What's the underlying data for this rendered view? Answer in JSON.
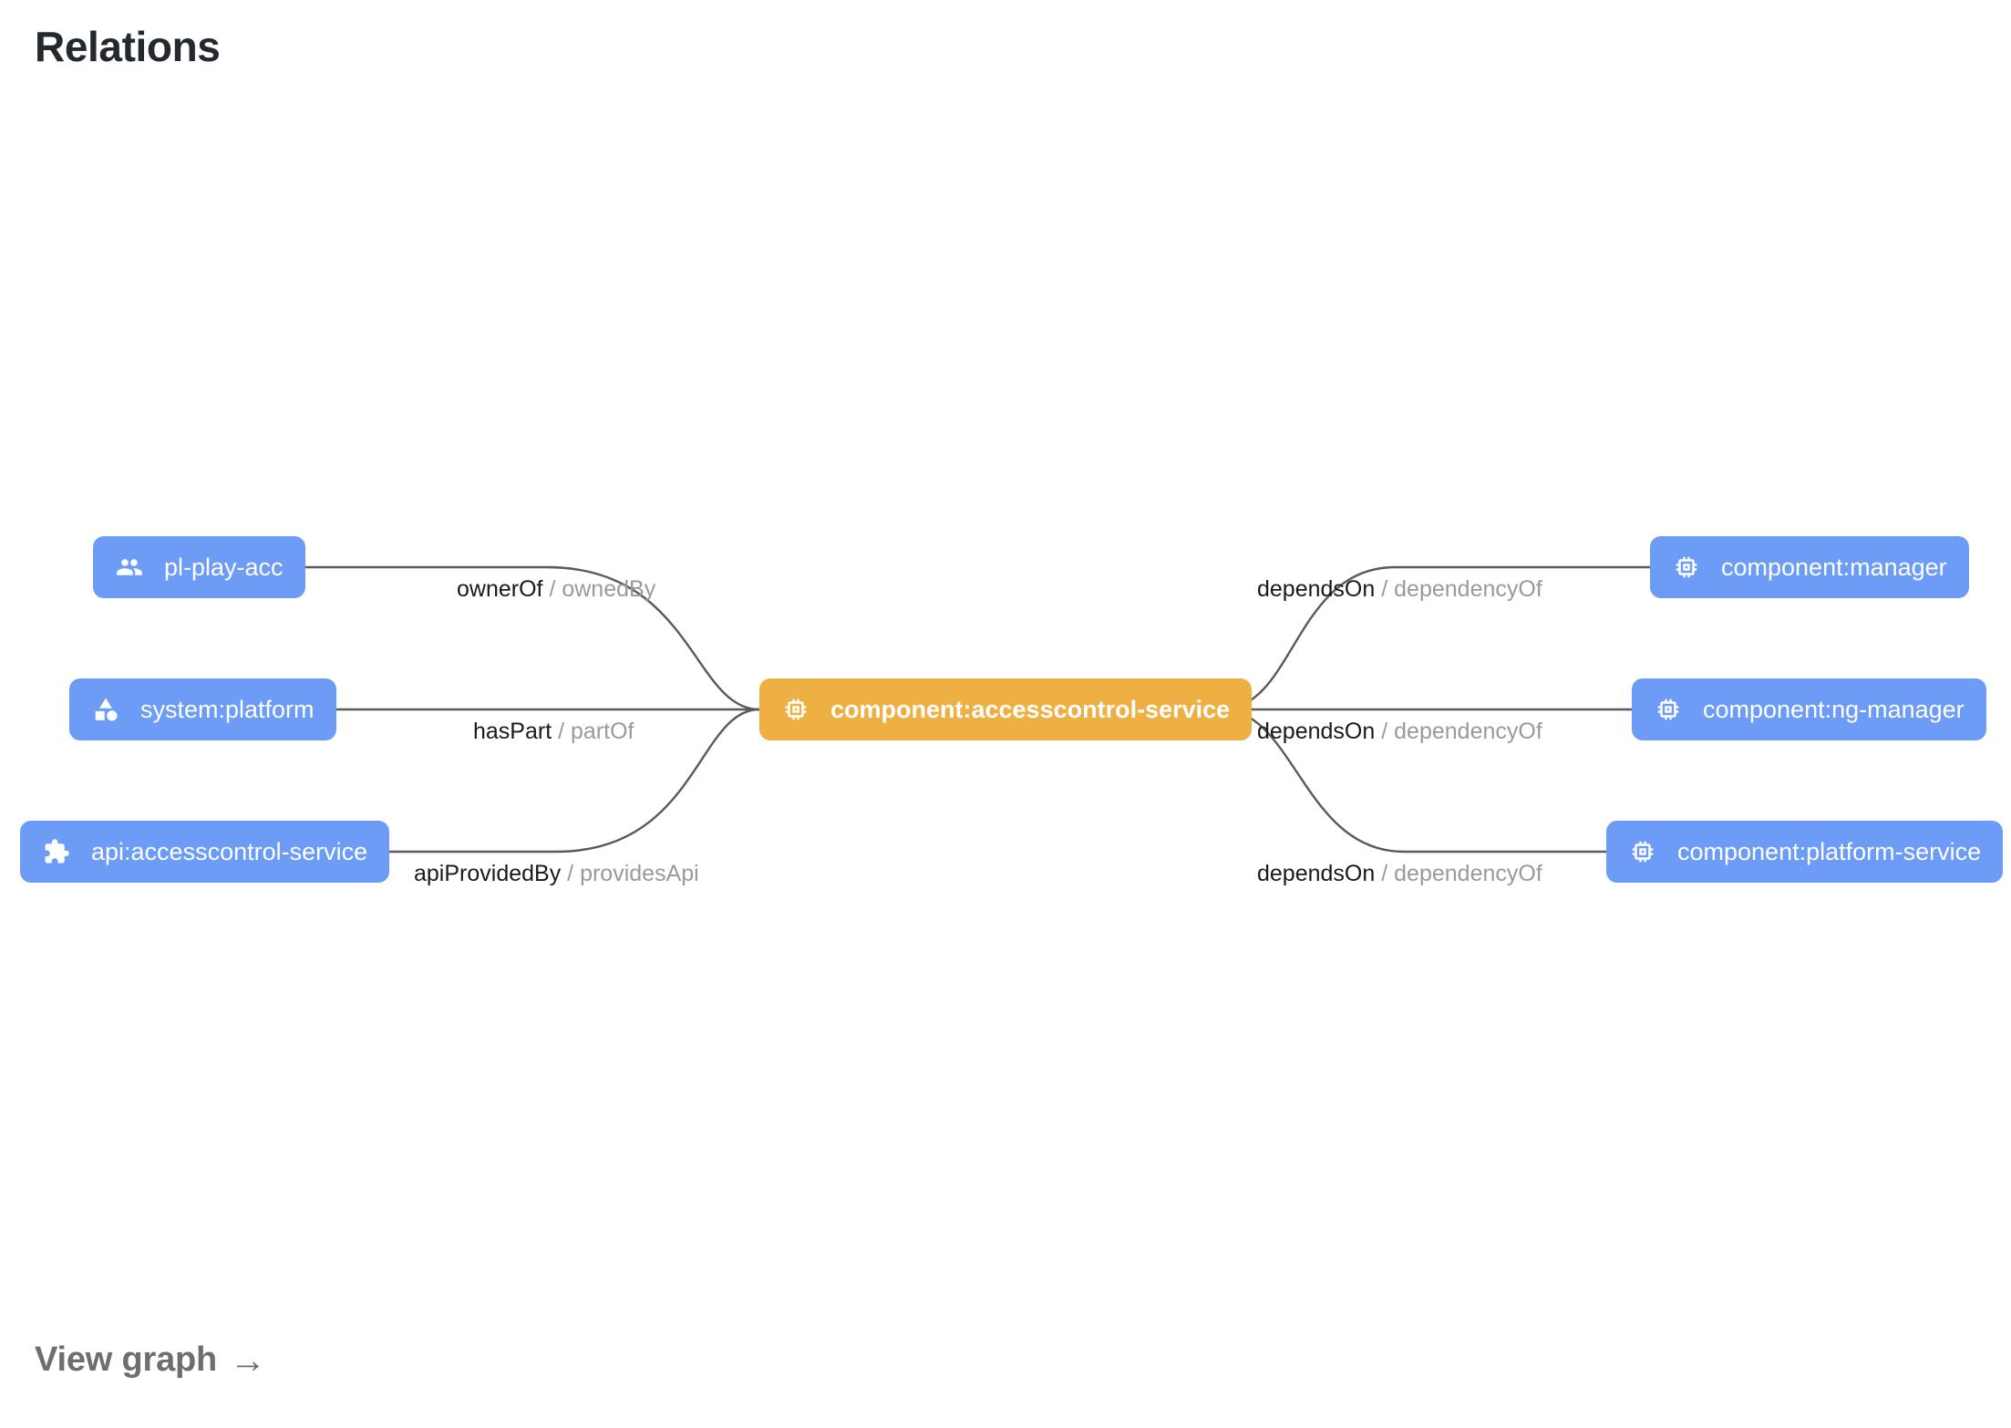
{
  "header": {
    "title": "Relations"
  },
  "footer": {
    "view_graph_label": "View graph",
    "arrow_glyph": "→"
  },
  "colors": {
    "node_blue": "#6c9cf5",
    "node_orange": "#efb043",
    "edge_line": "#5a5a5a",
    "label_primary": "#1a1a1a",
    "label_secondary": "#9a9a9a",
    "title": "#24292f",
    "footer_link": "#6e6e6e"
  },
  "graph": {
    "center_node": {
      "label": "component:accesscontrol-service",
      "icon": "memory-chip-icon",
      "kind": "component",
      "highlighted": true,
      "color": "#efb043"
    },
    "left_nodes": [
      {
        "label": "pl-play-acc",
        "icon": "group-people-icon",
        "kind": "group",
        "color": "#6c9cf5"
      },
      {
        "label": "system:platform",
        "icon": "category-shapes-icon",
        "kind": "system",
        "color": "#6c9cf5"
      },
      {
        "label": "api:accesscontrol-service",
        "icon": "puzzle-extension-icon",
        "kind": "api",
        "color": "#6c9cf5"
      }
    ],
    "right_nodes": [
      {
        "label": "component:manager",
        "icon": "memory-chip-icon",
        "kind": "component",
        "color": "#6c9cf5"
      },
      {
        "label": "component:ng-manager",
        "icon": "memory-chip-icon",
        "kind": "component",
        "color": "#6c9cf5"
      },
      {
        "label": "component:platform-service",
        "icon": "memory-chip-icon",
        "kind": "component",
        "color": "#6c9cf5"
      }
    ],
    "edges": [
      {
        "forward": "ownerOf",
        "separator": "/",
        "reverse": "ownedBy",
        "source": "pl-play-acc",
        "target": "component:accesscontrol-service"
      },
      {
        "forward": "hasPart",
        "separator": "/",
        "reverse": "partOf",
        "source": "system:platform",
        "target": "component:accesscontrol-service"
      },
      {
        "forward": "apiProvidedBy",
        "separator": "/",
        "reverse": "providesApi",
        "source": "api:accesscontrol-service",
        "target": "component:accesscontrol-service"
      },
      {
        "forward": "dependsOn",
        "separator": "/",
        "reverse": "dependencyOf",
        "source": "component:accesscontrol-service",
        "target": "component:manager"
      },
      {
        "forward": "dependsOn",
        "separator": "/",
        "reverse": "dependencyOf",
        "source": "component:accesscontrol-service",
        "target": "component:ng-manager"
      },
      {
        "forward": "dependsOn",
        "separator": "/",
        "reverse": "dependencyOf",
        "source": "component:accesscontrol-service",
        "target": "component:platform-service"
      }
    ]
  }
}
